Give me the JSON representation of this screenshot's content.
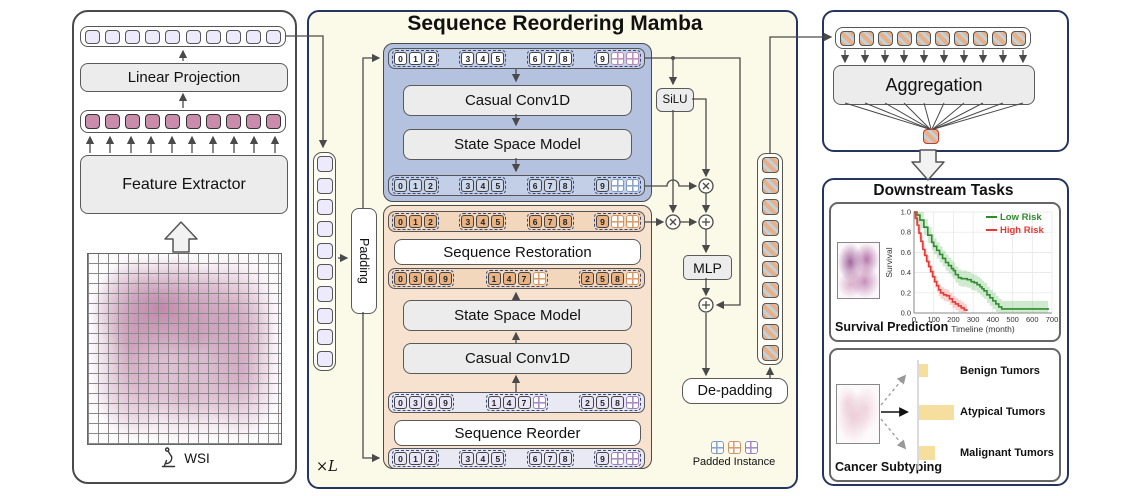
{
  "left_panel": {
    "linear_projection_label": "Linear Projection",
    "feature_extractor_label": "Feature Extractor",
    "wsi_label": "WSI",
    "token_count": 10
  },
  "mid_panel": {
    "title": "Sequence Reordering Mamba",
    "padding_label": "Padding",
    "silu_label": "SiLU",
    "mlp_label": "MLP",
    "depadding_label": "De-padding",
    "loop_label": "×L",
    "legend_label": "Padded Instance",
    "legend_pad_schemes": [
      "p-blue",
      "p-orange",
      "p-purple"
    ],
    "blue_block": {
      "conv_label": "Casual Conv1D",
      "ssm_label": "State Space Model"
    },
    "orange_block": {
      "restoration_label": "Sequence Restoration",
      "ssm_label": "State Space Model",
      "conv_label": "Casual Conv1D",
      "reorder_label": "Sequence Reorder"
    },
    "rows": {
      "ordered": [
        [
          "0",
          "1",
          "2"
        ],
        [
          "3",
          "4",
          "5"
        ],
        [
          "6",
          "7",
          "8"
        ],
        [
          "9",
          "pad",
          "pad"
        ]
      ],
      "reordered": [
        [
          "0",
          "3",
          "6",
          "9"
        ],
        [
          "1",
          "4",
          "7",
          "pad"
        ],
        [
          "2",
          "5",
          "8",
          "pad"
        ]
      ]
    }
  },
  "right_top": {
    "aggregation_label": "Aggregation"
  },
  "right_bottom": {
    "title": "Downstream Tasks",
    "survival": {
      "label": "Survival Prediction"
    },
    "subtyping": {
      "label": "Cancer Subtyping",
      "bar_color": "#f6df9e",
      "classes": [
        {
          "label": "Benign Tumors",
          "value": 0.25
        },
        {
          "label": "Atypical Tumors",
          "value": 1.0
        },
        {
          "label": "Malignant Tumors",
          "value": 0.45
        }
      ]
    }
  },
  "chart_data": {
    "type": "line",
    "title": "",
    "xlabel": "Timeline (month)",
    "ylabel": "Survival",
    "xlim": [
      0,
      700
    ],
    "ylim": [
      0.0,
      1.0
    ],
    "xticks": [
      0,
      100,
      200,
      300,
      400,
      500,
      600,
      700
    ],
    "yticks": [
      0.0,
      0.2,
      0.4,
      0.6,
      0.8,
      1.0
    ],
    "grid": true,
    "legend_position": "top-right",
    "series": [
      {
        "name": "Low Risk",
        "color": "#2e8b2e",
        "band_color": "rgba(100,185,100,0.3)",
        "band_width": 0.08,
        "points": [
          [
            0,
            1.0
          ],
          [
            15,
            0.97
          ],
          [
            30,
            0.92
          ],
          [
            50,
            0.85
          ],
          [
            70,
            0.77
          ],
          [
            90,
            0.7
          ],
          [
            100,
            0.66
          ],
          [
            115,
            0.62
          ],
          [
            130,
            0.58
          ],
          [
            145,
            0.54
          ],
          [
            160,
            0.5
          ],
          [
            175,
            0.47
          ],
          [
            190,
            0.44
          ],
          [
            200,
            0.42
          ],
          [
            210,
            0.38
          ],
          [
            225,
            0.35
          ],
          [
            240,
            0.34
          ],
          [
            270,
            0.33
          ],
          [
            290,
            0.31
          ],
          [
            305,
            0.3
          ],
          [
            320,
            0.28
          ],
          [
            335,
            0.26
          ],
          [
            345,
            0.24
          ],
          [
            355,
            0.22
          ],
          [
            370,
            0.18
          ],
          [
            385,
            0.15
          ],
          [
            400,
            0.12
          ],
          [
            415,
            0.09
          ],
          [
            430,
            0.06
          ],
          [
            445,
            0.04
          ],
          [
            520,
            0.04
          ],
          [
            600,
            0.04
          ],
          [
            680,
            0.03
          ]
        ]
      },
      {
        "name": "High Risk",
        "color": "#e53935",
        "band_color": "rgba(240,110,100,0.3)",
        "band_width": 0.06,
        "points": [
          [
            0,
            1.0
          ],
          [
            8,
            0.94
          ],
          [
            16,
            0.87
          ],
          [
            25,
            0.79
          ],
          [
            35,
            0.71
          ],
          [
            45,
            0.63
          ],
          [
            55,
            0.57
          ],
          [
            65,
            0.51
          ],
          [
            75,
            0.46
          ],
          [
            85,
            0.41
          ],
          [
            95,
            0.36
          ],
          [
            105,
            0.31
          ],
          [
            115,
            0.27
          ],
          [
            125,
            0.23
          ],
          [
            135,
            0.2
          ],
          [
            150,
            0.18
          ],
          [
            165,
            0.17
          ],
          [
            180,
            0.14
          ],
          [
            195,
            0.11
          ],
          [
            210,
            0.09
          ],
          [
            225,
            0.07
          ],
          [
            240,
            0.05
          ],
          [
            255,
            0.03
          ],
          [
            268,
            0.02
          ]
        ]
      }
    ]
  },
  "colors": {
    "navy": "#24365f",
    "ivory": "#fbfae9",
    "blue_block": "#b4c2e0",
    "orange_block": "#f7e2cf",
    "green_line": "#2e8b2e",
    "red_line": "#e53935",
    "bar_yellow": "#f6df9e"
  }
}
